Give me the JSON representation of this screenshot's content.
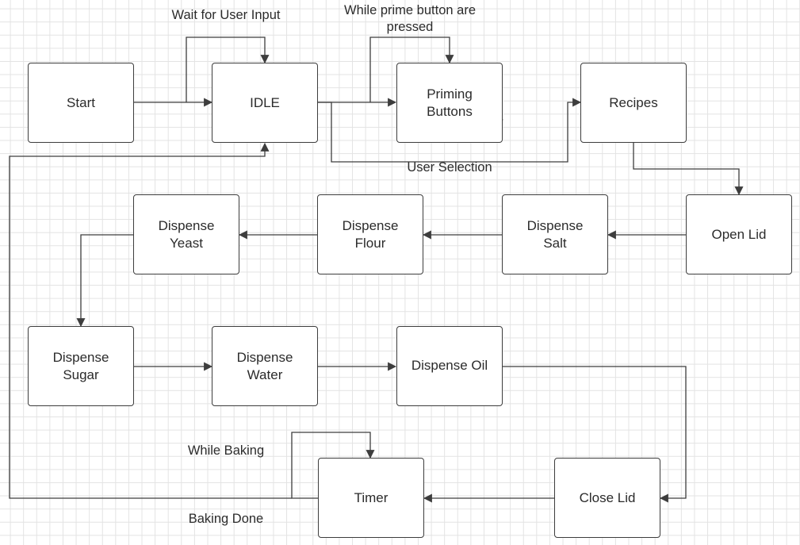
{
  "diagram": {
    "nodes": {
      "start": "Start",
      "idle": "IDLE",
      "priming": "Priming\nButtons",
      "recipes": "Recipes",
      "open_lid": "Open Lid",
      "dispense_salt": "Dispense\nSalt",
      "dispense_flour": "Dispense\nFlour",
      "dispense_yeast": "Dispense\nYeast",
      "dispense_sugar": "Dispense\nSugar",
      "dispense_water": "Dispense\nWater",
      "dispense_oil": "Dispense Oil",
      "close_lid": "Close Lid",
      "timer": "Timer"
    },
    "edge_labels": {
      "wait_input": "Wait for User Input",
      "while_prime": "While prime button are\npressed",
      "user_selection": "User Selection",
      "while_baking": "While Baking",
      "baking_done": "Baking Done"
    },
    "colors": {
      "line": "#3d3d3d",
      "box_border": "#3d3d3d",
      "text": "#2b2b2b",
      "grid": "#e3e3e3"
    }
  }
}
